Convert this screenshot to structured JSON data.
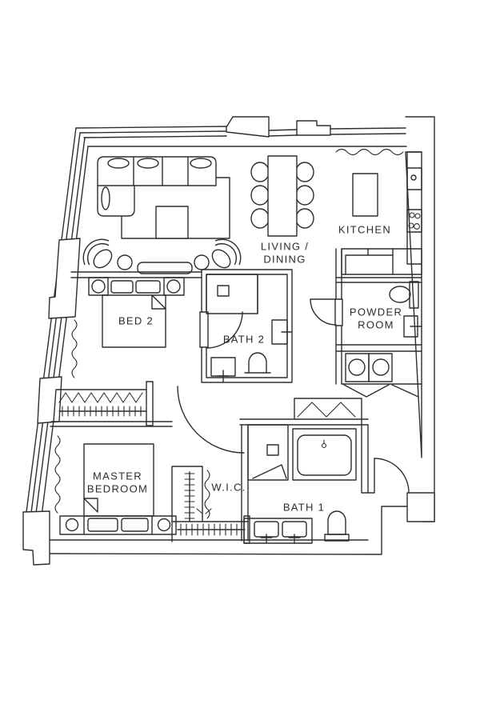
{
  "palette": {
    "background": "#ffffff",
    "line": "#2e2e2e",
    "text": "#2b2b2b"
  },
  "floorplan": {
    "rooms": [
      {
        "id": "living-dining",
        "label": "LIVING /\nDINING"
      },
      {
        "id": "kitchen",
        "label": "KITCHEN"
      },
      {
        "id": "bed-2",
        "label": "BED 2"
      },
      {
        "id": "bath-2",
        "label": "BATH 2"
      },
      {
        "id": "powder-room",
        "label": "POWDER\nROOM"
      },
      {
        "id": "master-bedroom",
        "label": "MASTER\nBEDROOM"
      },
      {
        "id": "walk-in-closet",
        "label": "W.I.C."
      },
      {
        "id": "bath-1",
        "label": "BATH 1"
      }
    ]
  }
}
